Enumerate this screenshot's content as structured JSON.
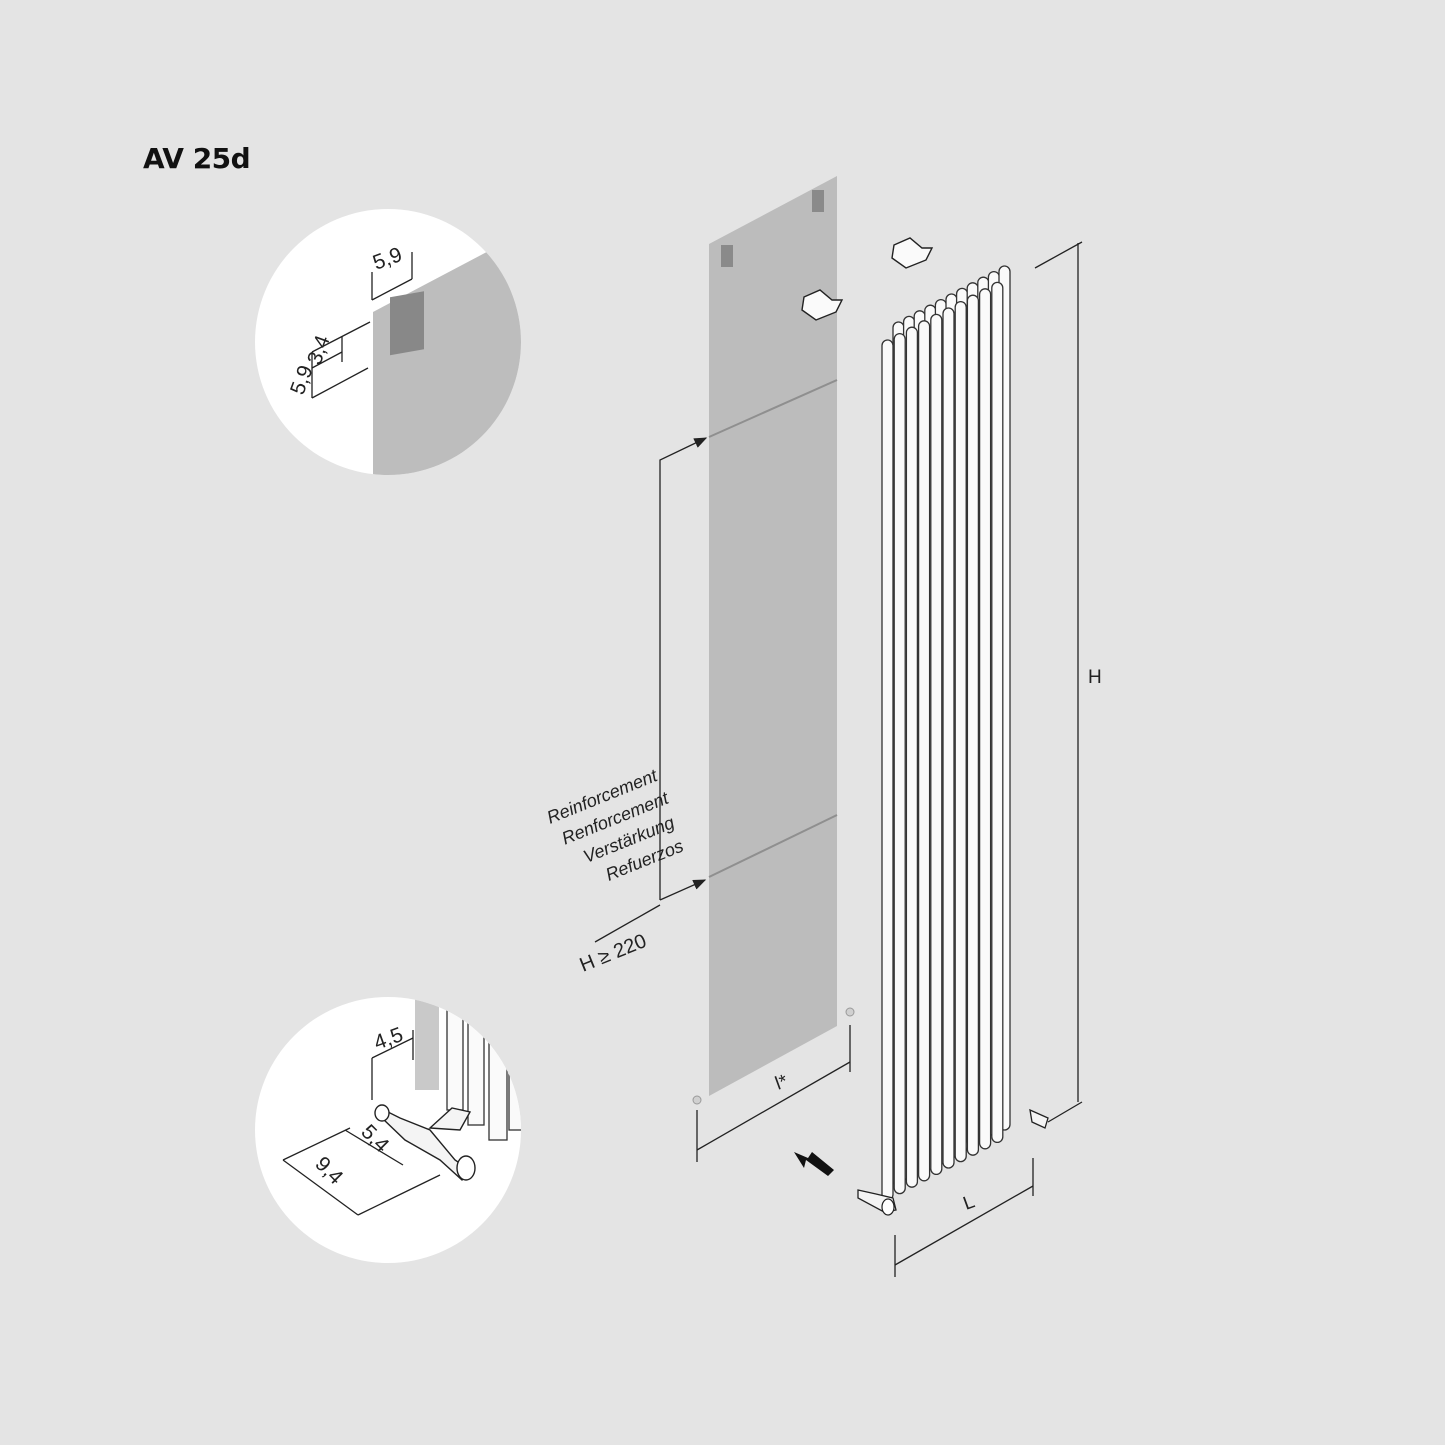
{
  "title": "AV 25d",
  "reinforcement_labels": [
    "Reinforcement",
    "Renforcement",
    "Verstärkung",
    "Refuerzos"
  ],
  "dimensions": {
    "height_condition": "H ≥ 220",
    "height": "H",
    "length": "L",
    "bracket_spacing": "l*"
  },
  "detail_top": {
    "width": "5,9",
    "height": "5,9",
    "offset": "3,4"
  },
  "detail_bottom": {
    "spacing": "4,5",
    "valve_short": "5,4",
    "valve_long": "9,4"
  }
}
